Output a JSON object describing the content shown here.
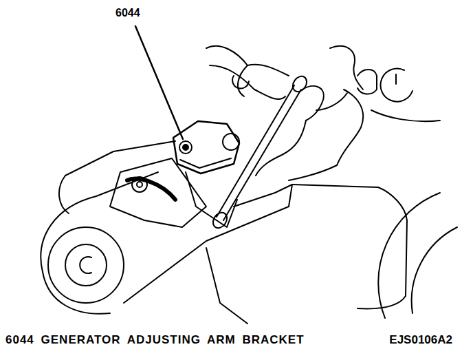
{
  "diagram": {
    "caption": "6044 GENERATOR ADJUSTING ARM BRACKET",
    "labels": [
      "6044",
      "EJS0106A2"
    ]
  }
}
